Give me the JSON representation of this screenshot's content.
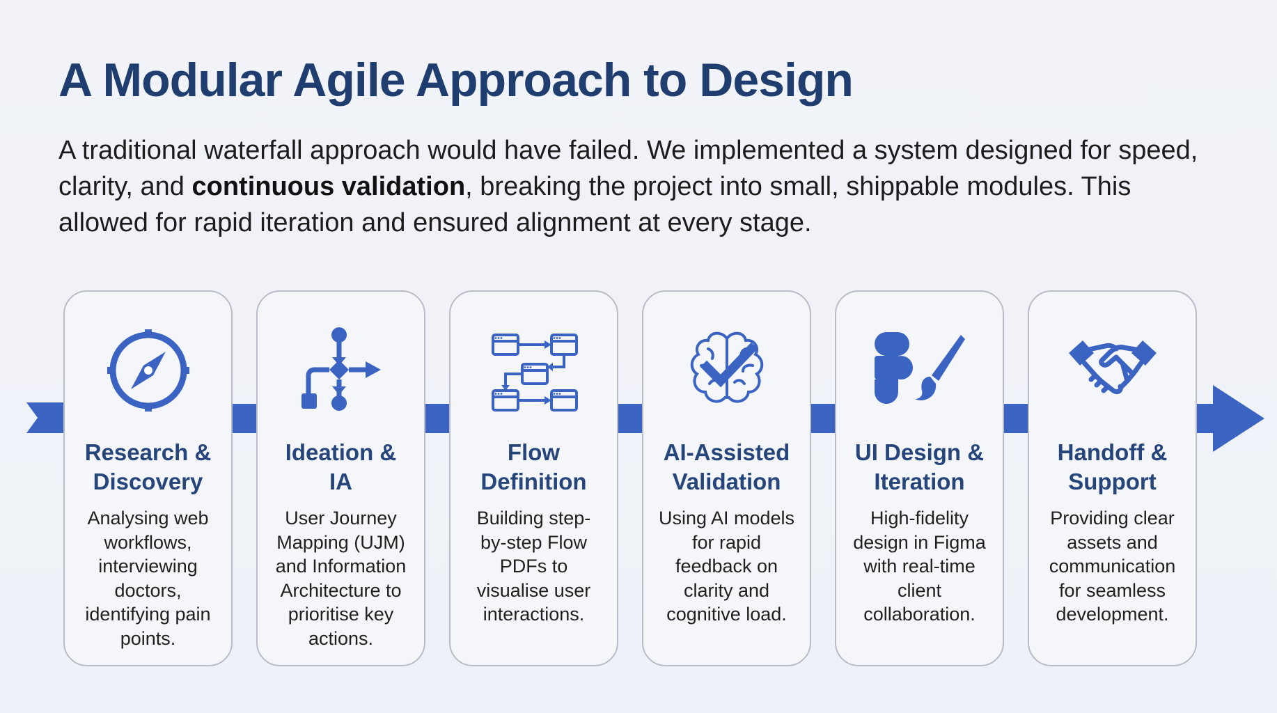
{
  "header": {
    "title": "A Modular Agile Approach to Design",
    "intro_part1": "A traditional waterfall approach would have failed. We implemented a system designed for speed, clarity, and ",
    "intro_bold": "continuous validation",
    "intro_part2": ", breaking the project into small, shippable modules. This allowed for rapid iteration and ensured alignment at every stage."
  },
  "colors": {
    "accent": "#3a63c2",
    "heading": "#25457b",
    "title": "#1f3d6e"
  },
  "steps": [
    {
      "icon": "compass-icon",
      "title": "Research & Discovery",
      "title_line1": "Research &",
      "title_line2": "Discovery",
      "description": "Analysing web workflows, interviewing doctors, identifying pain points.",
      "desc_lines": [
        "Analysing web",
        "workflows,",
        "interviewing",
        "doctors,",
        "identifying pain",
        "points."
      ]
    },
    {
      "icon": "flowchart-icon",
      "title": "Ideation & IA",
      "title_line1": "Ideation &",
      "title_line2": "IA",
      "description": "User Journey Mapping (UJM) and Information Architecture to prioritise key actions.",
      "desc_lines": [
        "User Journey",
        "Mapping (UJM)",
        "and Information",
        "Architecture to",
        "prioritise key",
        "actions."
      ]
    },
    {
      "icon": "screen-flow-icon",
      "title": "Flow Definition",
      "title_line1": "Flow",
      "title_line2": "Definition",
      "description": "Building step-by-step Flow PDFs to visualise user interactions.",
      "desc_lines": [
        "Building step-",
        "by-step Flow",
        "PDFs to",
        "visualise user",
        "interactions."
      ]
    },
    {
      "icon": "brain-check-icon",
      "title": "AI-Assisted Validation",
      "title_line1": "AI-Assisted",
      "title_line2": "Validation",
      "description": "Using AI models for rapid feedback on clarity and cognitive load.",
      "desc_lines": [
        "Using AI models",
        "for rapid",
        "feedback on",
        "clarity and",
        "cognitive load."
      ]
    },
    {
      "icon": "figma-brush-icon",
      "title": "UI Design & Iteration",
      "title_line1": "UI Design &",
      "title_line2": "Iteration",
      "description": "High-fidelity design in Figma with real-time client collaboration.",
      "desc_lines": [
        "High-fidelity",
        "design in Figma",
        "with real-time",
        "client",
        "collaboration."
      ]
    },
    {
      "icon": "handshake-icon",
      "title": "Handoff & Support",
      "title_line1": "Handoff &",
      "title_line2": "Support",
      "description": "Providing clear assets and communication for seamless development.",
      "desc_lines": [
        "Providing clear",
        "assets and",
        "communication",
        "for seamless",
        "development."
      ]
    }
  ]
}
